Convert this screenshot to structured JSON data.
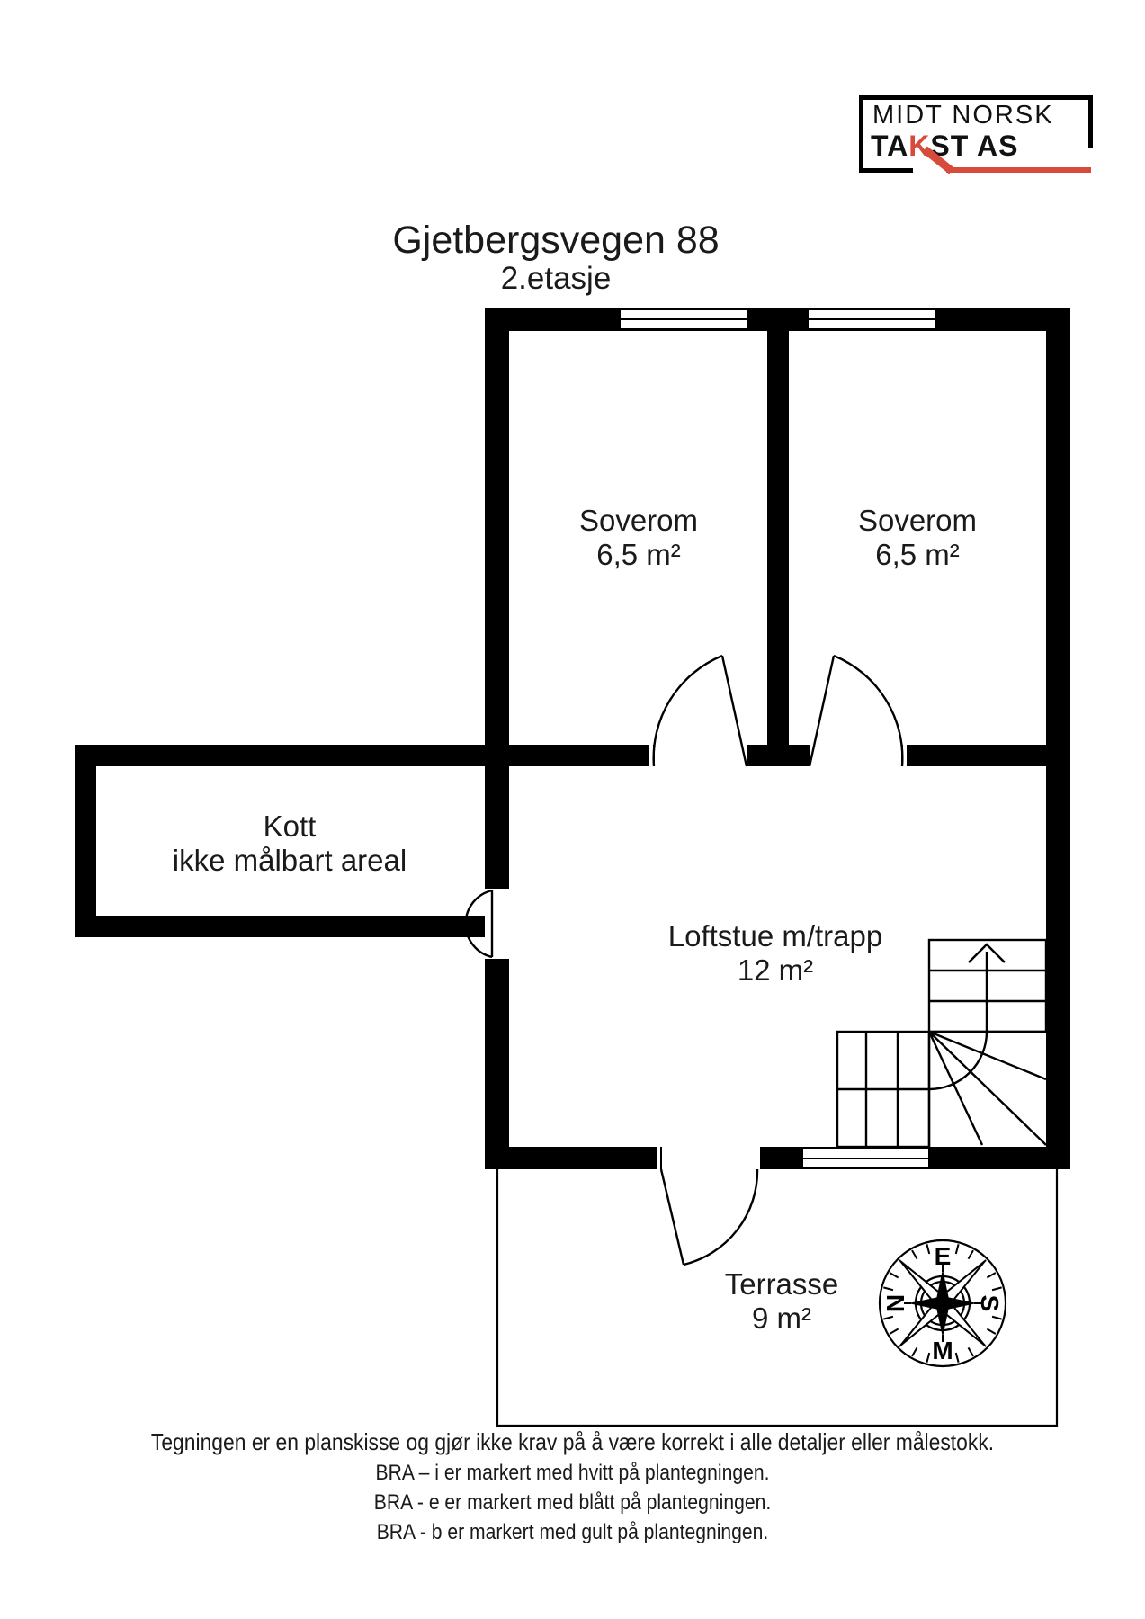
{
  "logo": {
    "line1": "MIDT NORSK",
    "line2_pre": "TA",
    "line2_k": "K",
    "line2_post": "ST AS",
    "accent_red": "#d74b3a"
  },
  "header": {
    "title": "Gjetbergsvegen 88",
    "subtitle": "2.etasje"
  },
  "rooms": {
    "soverom1": {
      "name": "Soverom",
      "area": "6,5 m²"
    },
    "soverom2": {
      "name": "Soverom",
      "area": "6,5 m²"
    },
    "kott": {
      "name": "Kott",
      "note": "ikke målbart areal"
    },
    "loftstue": {
      "name": "Loftstue m/trapp",
      "area": "12 m²"
    },
    "terrasse": {
      "name": "Terrasse",
      "area": "9 m²"
    }
  },
  "compass": {
    "top": "E",
    "right": "S",
    "bottom": "M",
    "left": "N"
  },
  "footer": {
    "lines": [
      "Tegningen er en planskisse og gjør ikke krav på å være korrekt i alle detaljer eller målestokk.",
      "BRA – i er markert med hvitt på plantegningen.",
      "BRA - e er markert med blått på plantegningen.",
      "BRA - b er markert med gult på plantegningen."
    ]
  },
  "colors": {
    "wall": "#000000",
    "background": "#ffffff",
    "accent_red": "#d74b3a"
  }
}
